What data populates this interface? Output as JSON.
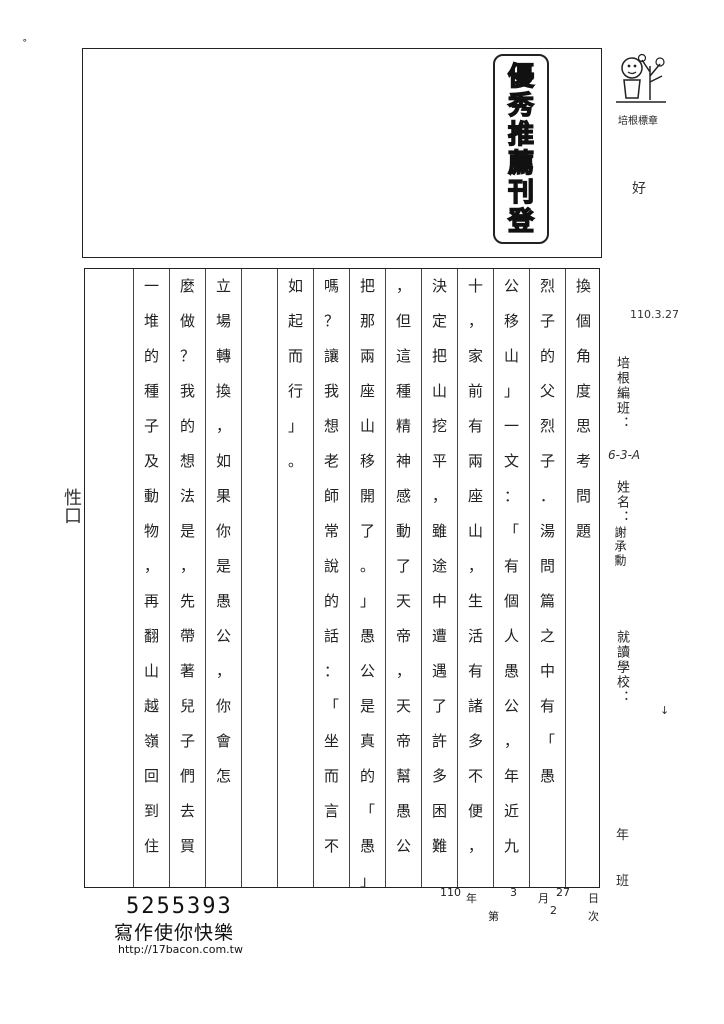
{
  "header": {
    "stamp_chars": [
      "優",
      "秀",
      "推",
      "薦",
      "刊",
      "登"
    ]
  },
  "logo": {
    "label": "培根標章",
    "icon": "mascot-logo-icon"
  },
  "margin_notes": {
    "top_right": "好",
    "date_note": "110.3.27",
    "left_note": "性口",
    "arrow": "↓"
  },
  "side_fields": {
    "class_label": "培根編班：",
    "class_value": "6-3-A",
    "name_label": "姓名：",
    "name_value": "謝承勳",
    "school_label": "就讀學校：",
    "grade_label": "年",
    "class_suffix": "班"
  },
  "grid": {
    "columns": [
      "換個角度思考問題",
      "烈子的父烈子．湯問篇之中有「愚",
      "公移山」一文：「有個人愚公，年近九",
      "十，家前有兩座山，生活有諸多不便，",
      "決定把山挖平，雖途中遭遇了許多困難",
      "，但這種精神感動了天帝，天帝幫愚公",
      "把那兩座山移開了。」愚公是真的「愚」",
      "嗎？讓我想老師常說的話：「坐而言不",
      "如起而行」。",
      "",
      "立場轉換，如果你是愚公，你會怎",
      "麼做？我的想法是，先帶著兒子們去買",
      "一堆的種子及動物，再翻山越嶺回到住"
    ]
  },
  "date_line": {
    "year_value": "110",
    "year_label": "年",
    "month_value": "3",
    "month_label": "月",
    "day_value": "27",
    "day_label": "日",
    "seq_label": "第",
    "seq_value": "2",
    "seq_suffix": "次"
  },
  "footer": {
    "id_number": "5255393",
    "slogan": "寫作使你快樂",
    "url": "http://17bacon.com.tw"
  }
}
